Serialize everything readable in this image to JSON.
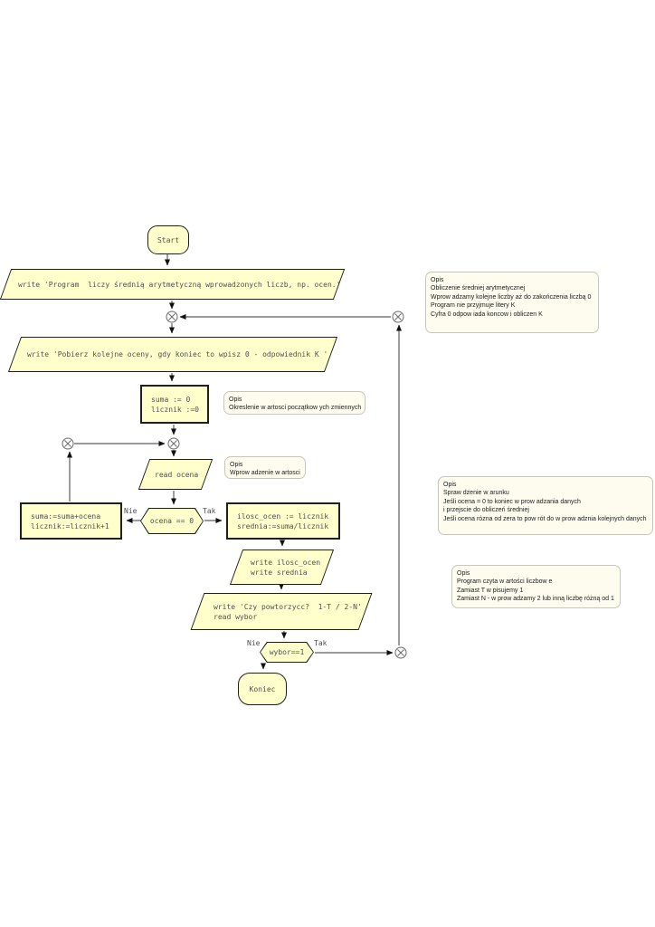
{
  "colors": {
    "shape_fill": "#ffffcc",
    "shape_border": "#1f1f1f",
    "shape_text": "#4f4f4f",
    "note_fill": "#fdfcee",
    "note_border": "#c6c6bc",
    "edge_line": "#5f5f5f"
  },
  "nodes": {
    "start": {
      "label": "Start"
    },
    "msg_intro": {
      "label": "write 'Program  liczy średnią arytmetyczną wprowadzonych liczb, np. ocen.'"
    },
    "msg_prompt": {
      "label": "write 'Pobierz kolejne oceny, gdy koniec to wpisz 0 - odpowiednik K '"
    },
    "init": {
      "lines": [
        "suma := 0",
        "licznik :=0"
      ]
    },
    "read_ocena": {
      "label": "read ocena"
    },
    "dec_ocena": {
      "label": "ocena == 0"
    },
    "accumulate": {
      "lines": [
        "suma:=suma+ocena",
        "licznik:=licznik+1"
      ]
    },
    "compute": {
      "lines": [
        "ilosc_ocen := licznik",
        "srednia:=suma/licznik"
      ]
    },
    "output": {
      "lines": [
        "write ilosc_ocen",
        "write srednia"
      ]
    },
    "ask_repeat": {
      "lines": [
        "write 'Czy powtorzycc?  1-T / 2-N'",
        "read wybor"
      ]
    },
    "dec_wybor": {
      "label": "wybor==1"
    },
    "end": {
      "label": "Koniec"
    }
  },
  "edge_labels": {
    "dec_ocena_no": "Nie",
    "dec_ocena_yes": "Tak",
    "dec_wybor_no": "Nie",
    "dec_wybor_yes": "Tak"
  },
  "notes": [
    {
      "title": "Opis",
      "lines": [
        "Obliczenie średniej arytmetycznej",
        "Wprow adzamy kolejne liczby aż do zakończenia liczbą 0",
        "Program nie przyjmuje litery K",
        "Cyfra 0 odpow iada koncow i obliczen K"
      ]
    },
    {
      "title": "Opis",
      "lines": [
        "Okreslenie w artosci początkow ych zmiennych"
      ]
    },
    {
      "title": "Opis",
      "lines": [
        "Wprow adzenie w artosci"
      ]
    },
    {
      "title": "Opis",
      "lines": [
        "Spraw dzenie w arunku",
        "Jeśli ocena = 0 to koniec w prow adzania danych",
        "i przejscie do obliczeń średniej",
        "Jeśli ocena rózna od zera to pow rót do w prow adznia kolejnych danych"
      ]
    },
    {
      "title": "Opis",
      "lines": [
        "Program czyta w artości liczbow e",
        "Zamiast T w pisujemy 1",
        "Zamiast N - w prow adzamy 2 lub inną liczbę różną od 1"
      ]
    }
  ]
}
